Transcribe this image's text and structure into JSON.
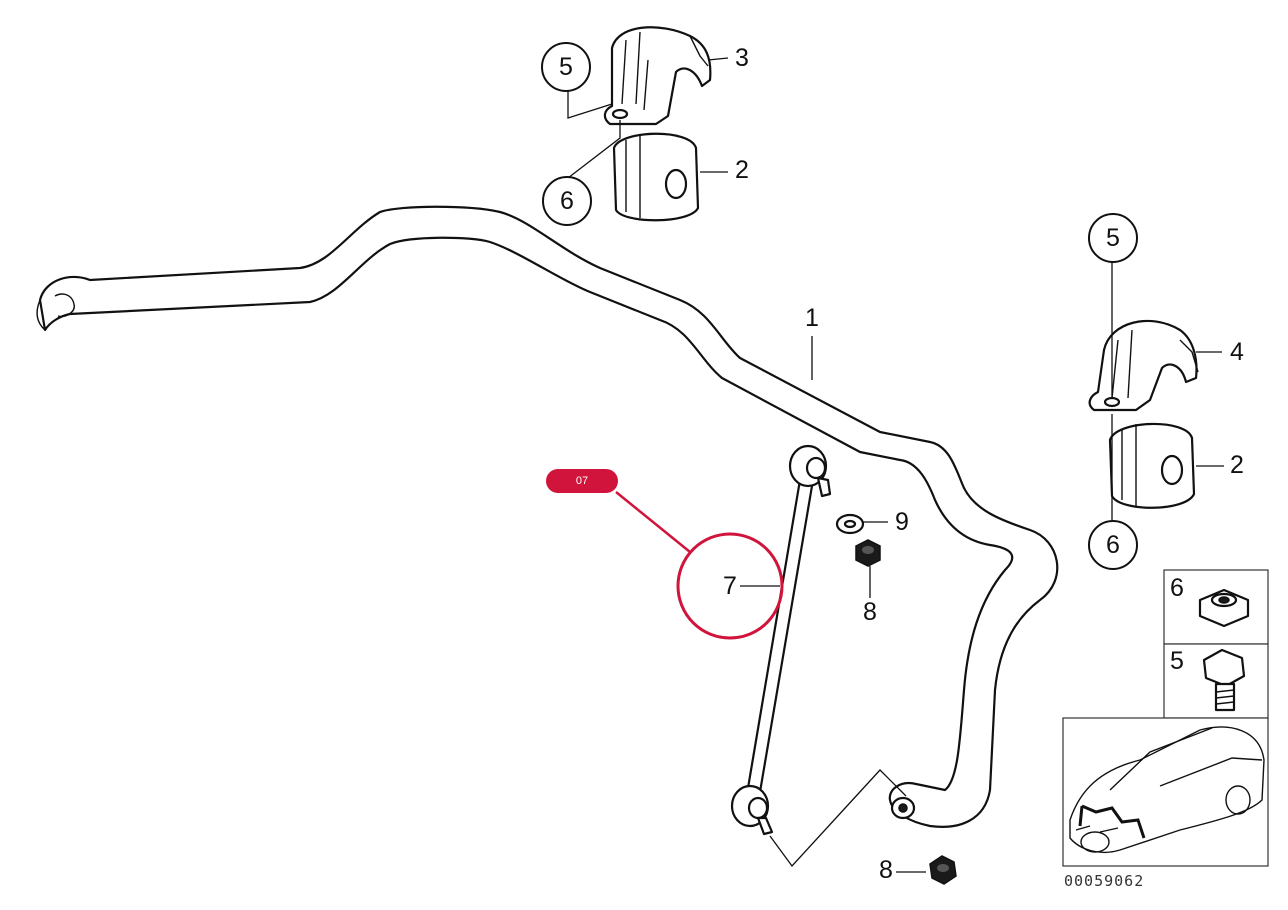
{
  "diagram": {
    "labels": {
      "l1": "1",
      "l2a": "2",
      "l2b": "2",
      "l3": "3",
      "l4": "4",
      "l5a": "5",
      "l5b": "5",
      "l6a": "6",
      "l6b": "6",
      "l7": "7",
      "l8a": "8",
      "l8b": "8",
      "l9": "9"
    },
    "legend": {
      "nut_label": "6",
      "bolt_label": "5"
    },
    "highlight_badge": "07",
    "highlight_color": "#d0143c",
    "reference_number": "00059062"
  }
}
